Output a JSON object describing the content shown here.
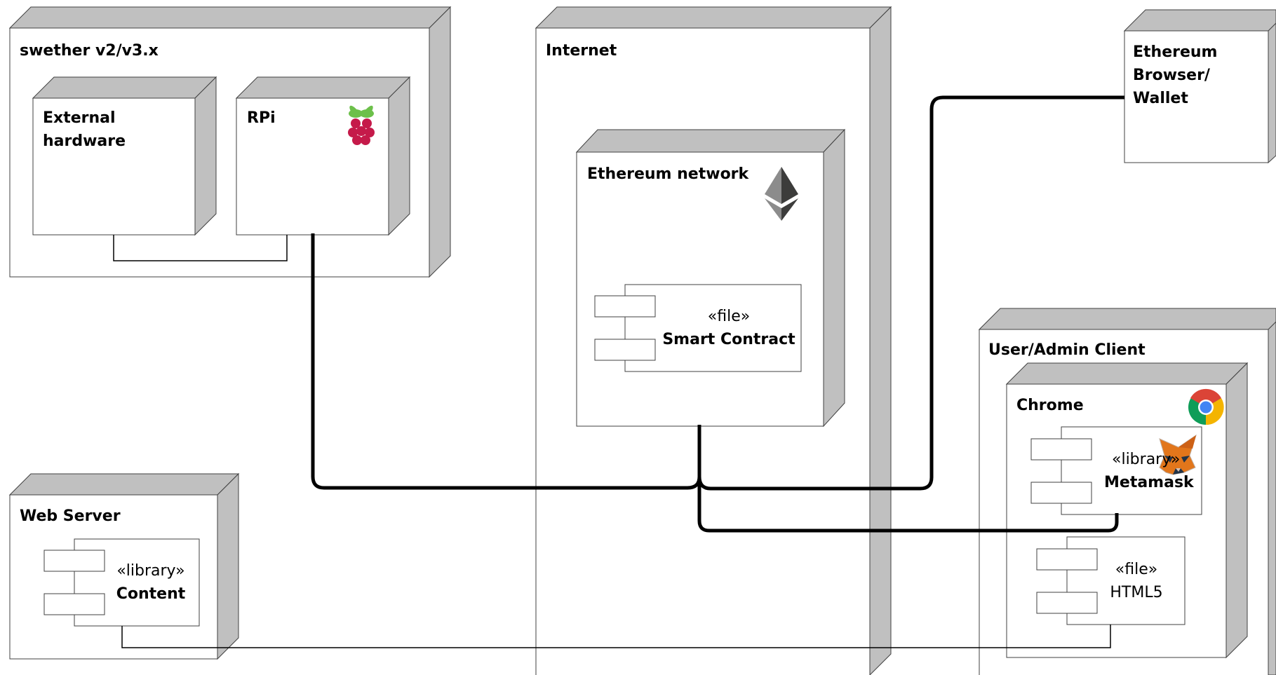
{
  "nodes": {
    "swether": {
      "label": "swether v2/v3.x"
    },
    "external_hardware": {
      "label_line1": "External",
      "label_line2": "hardware"
    },
    "rpi": {
      "label": "RPi",
      "icon": "raspberry-pi-icon"
    },
    "internet": {
      "label": "Internet"
    },
    "ethereum_network": {
      "label": "Ethereum network",
      "icon": "ethereum-icon"
    },
    "ethereum_browser": {
      "label_line1": "Ethereum",
      "label_line2": "Browser/",
      "label_line3": "Wallet"
    },
    "user_admin_client": {
      "label": "User/Admin Client"
    },
    "chrome": {
      "label": "Chrome",
      "icon": "chrome-icon"
    },
    "web_server": {
      "label": "Web Server"
    }
  },
  "components": {
    "smart_contract": {
      "stereotype": "«file»",
      "name": "Smart Contract"
    },
    "metamask": {
      "stereotype": "«library»",
      "name": "Metamask",
      "icon": "metamask-fox-icon"
    },
    "html5": {
      "stereotype": "«file»",
      "name": "HTML5"
    },
    "content": {
      "stereotype": "«library»",
      "name": "Content"
    }
  },
  "colors": {
    "node_side": "#c0c0c0",
    "node_stroke": "#404040",
    "connector": "#000000",
    "raspberry_red": "#c51a4a",
    "raspberry_leaf": "#6cc04a",
    "ethereum_dark": "#3c3c3b",
    "metamask_orange": "#e2761b",
    "chrome_red": "#db4437",
    "chrome_yellow": "#f4b400",
    "chrome_green": "#0f9d58",
    "chrome_blue": "#4285f4"
  }
}
